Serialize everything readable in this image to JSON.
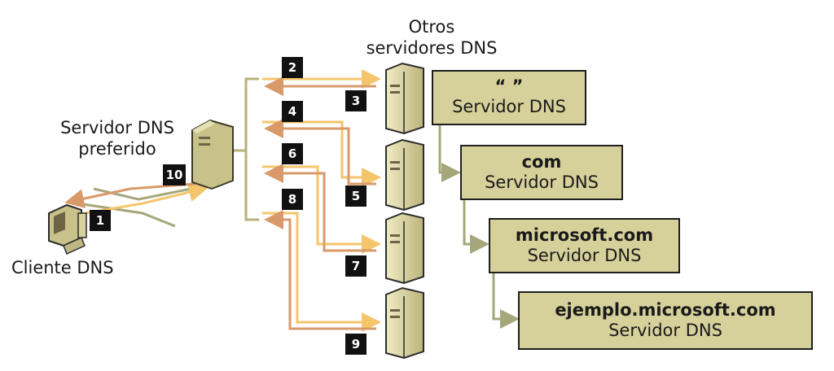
{
  "diagram": {
    "other_servers_title": [
      "Otros",
      "servidores DNS"
    ],
    "preferred_server_label": [
      "Servidor DNS",
      "preferido"
    ],
    "client_label": "Cliente DNS",
    "zones": [
      {
        "name": "“ ”",
        "role": "Servidor DNS"
      },
      {
        "name": "com",
        "role": "Servidor DNS"
      },
      {
        "name": "microsoft.com",
        "role": "Servidor DNS"
      },
      {
        "name": "ejemplo.microsoft.com",
        "role": "Servidor DNS"
      }
    ],
    "steps": [
      "1",
      "2",
      "3",
      "4",
      "5",
      "6",
      "7",
      "8",
      "9",
      "10"
    ],
    "colors": {
      "zone_box": "#d6d09a",
      "server": "#d9d3a0",
      "query_arrow": "#f5c56b",
      "response_arrow": "#d89a6a",
      "bracket": "#b8b07a",
      "client_link": "#a5a77a"
    }
  }
}
